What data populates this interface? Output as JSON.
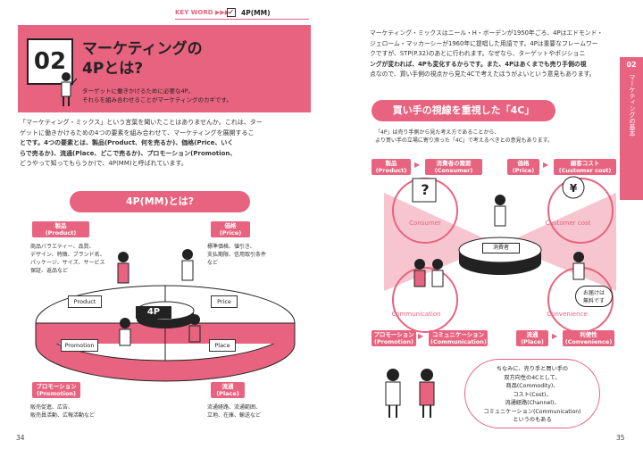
{
  "left": {
    "keyword_label": "KEY WORD ▶▶▶",
    "keyword": "4P(MM)",
    "number": "02",
    "title_line1": "マーケティングの",
    "title_line2": "4Pとは?",
    "subtitle_line1": "ターゲットに働きかけるために必要な4P。",
    "subtitle_line2": "それらを組み合わせることがマーケティングのカギです。",
    "body": [
      "「マーケティング・ミックス」という言葉を聞いたことはありませんか。これは、ター",
      "ゲットに働きかけるための4つの要素を組み合わせて、マーケティングを展開するこ",
      "とです。4つの要素とは、製品(Product、何を売るか)、価格(Price、いく",
      "らで売るか)、流通(Place、どこで売るか)、プロモーション(Promotion、",
      "どうやって知ってもらうか)で、4P(MM)と呼ばれています。"
    ],
    "section_title": "4P(MM)とは?",
    "center_label": "4P",
    "product": {
      "tag_line1": "製品",
      "tag_line2": "(Product)",
      "desc_line1": "商品バラエティー、品質、",
      "desc_line2": "デザイン、特徴、ブランド名、",
      "desc_line3": "パッケージ、サイズ、サービス",
      "desc_line4": "保証、返品など",
      "box": "Product"
    },
    "price": {
      "tag_line1": "価格",
      "tag_line2": "(Price)",
      "desc_line1": "標準価格、値引き、",
      "desc_line2": "支払期限、信用取引条件",
      "desc_line3": "など",
      "box": "Price"
    },
    "promotion": {
      "tag_line1": "プロモーション",
      "tag_line2": "(Promotion)",
      "desc_line1": "販売促進、広告、",
      "desc_line2": "販売員活動、広報活動など",
      "box": "Promotion"
    },
    "place": {
      "tag_line1": "流通",
      "tag_line2": "(Place)",
      "desc_line1": "流通経路、流通範囲、",
      "desc_line2": "立地、在庫、輸送など",
      "box": "Place"
    },
    "page_number": "34"
  },
  "right": {
    "body": [
      "マーケティング・ミックスはニール・H・ボーデンが1950年ごろ、4Pはエドモンド・",
      "ジェローム・マッカーシーが1960年に提唱した用語です。4Pは重要なフレームワー",
      "クですが、STP(P.32)のあとに行われます。なぜなら、ターゲットやポジショニ",
      "ングが変われば、4Pも変化するからです。また、4Pはあくまでも売り手側の視",
      "点なので、買い手側の視点から見た4Cで考えたほうがよいという意見もあります。"
    ],
    "side_tab_number": "02",
    "side_tab_text": "マーケティングの基本",
    "section_title": "買い手の視線を重視した「4C」",
    "intro_line1": "「4P」は売り手側から見た考え方であることから、",
    "intro_line2": "より買い手の立場に寄り添った「4C」で考えるべきとの意見もあります。",
    "center_label": "消費者",
    "question_mark": "?",
    "yen_mark": "¥",
    "bubble_line1": "お届けは",
    "bubble_line2": "無料です",
    "pairs": [
      {
        "p_line1": "製品",
        "p_line2": "(Product)",
        "c_line1": "消費者の需要",
        "c_line2": "(Consumer)",
        "caption": "Consumer"
      },
      {
        "p_line1": "価格",
        "p_line2": "(Price)",
        "c_line1": "顧客コスト",
        "c_line2": "(Customer cost)",
        "caption": "Customer cost"
      },
      {
        "p_line1": "プロモーション",
        "p_line2": "(Promotion)",
        "c_line1": "コミュニケーション",
        "c_line2": "(Communication)",
        "caption": "Communication"
      },
      {
        "p_line1": "流通",
        "p_line2": "(Place)",
        "c_line1": "利便性",
        "c_line2": "(Convenience)",
        "caption": "Convenience"
      }
    ],
    "note": [
      "ちなみに、売り手と買い手の",
      "双方向性の4Cとして、",
      "商品(Commodity)、",
      "コスト(Cost)、",
      "流通経路(Channel)、",
      "コミュニケーション(Communication)",
      "というのもある"
    ],
    "page_number": "35"
  },
  "colors": {
    "accent": "#e8637f",
    "light": "#f6c5d0"
  }
}
